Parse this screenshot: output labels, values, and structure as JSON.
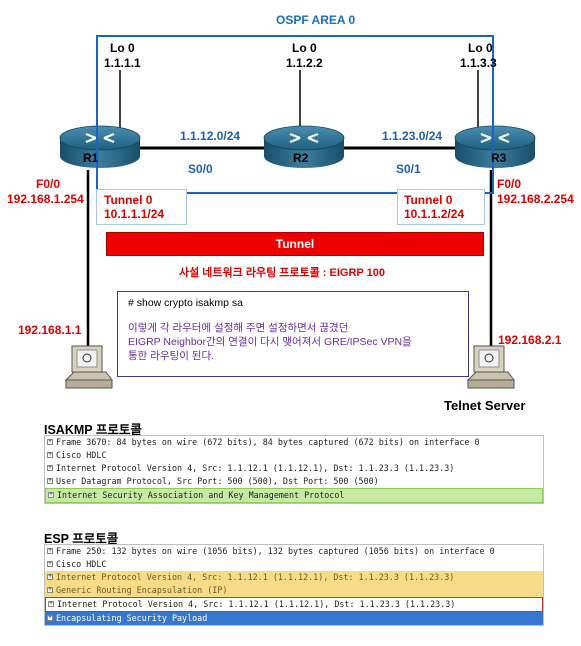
{
  "diagram": {
    "area_title": "OSPF AREA 0",
    "loopbacks": [
      {
        "name": "Lo 0",
        "ip": "1.1.1.1"
      },
      {
        "name": "Lo 0",
        "ip": "1.1.2.2"
      },
      {
        "name": "Lo 0",
        "ip": "1.1.3.3"
      }
    ],
    "routers": {
      "r1": "R1",
      "r2": "R2",
      "r3": "R3"
    },
    "links": {
      "r1_r2_net": "1.1.12.0/24",
      "r1_r2_if": "S0/0",
      "r2_r3_net": "1.1.23.0/24",
      "r2_r3_if": "S0/1"
    },
    "lan": {
      "r1_if": "F0/0",
      "r1_ip": "192.168.1.254",
      "r3_if": "F0/0",
      "r3_ip": "192.168.2.254",
      "pc1_ip": "192.168.1.1",
      "pc2_ip": "192.168.2.1",
      "server_label": "Telnet Server"
    },
    "tunnels": {
      "left_name": "Tunnel 0",
      "left_ip": "10.1.1.1/24",
      "right_name": "Tunnel 0",
      "right_ip": "10.1.1.2/24",
      "bar_label": "Tunnel",
      "routing_note": "사설 네트워크 라우팅 프로토콜 : EIGRP  100"
    },
    "info": {
      "command": "# show crypto isakmp sa",
      "desc_line1": "이렇게 각 라우터에 설정해 주면 설정하면서 끊겼던",
      "desc_line2": "EIGRP Neighbor간의 연결이 다시 맺어져서 GRE/IPSec VPN을",
      "desc_line3": "통한 라우팅이 된다."
    }
  },
  "isakmp": {
    "title": "ISAKMP 프로토콜",
    "rows": [
      "Frame 3670: 84 bytes on wire (672 bits), 84 bytes captured (672 bits) on interface 0",
      "Cisco HDLC",
      "Internet Protocol Version 4, Src: 1.1.12.1 (1.1.12.1), Dst: 1.1.23.3 (1.1.23.3)",
      "User Datagram Protocol, Src Port: 500 (500), Dst Port: 500 (500)",
      "Internet Security Association and Key Management Protocol"
    ]
  },
  "esp": {
    "title": "ESP 프로토콜",
    "rows": [
      "Frame 250: 132 bytes on wire (1056 bits), 132 bytes captured (1056 bits) on interface 0",
      "Cisco HDLC",
      "Internet Protocol Version 4, Src: 1.1.12.1 (1.1.12.1), Dst: 1.1.23.3 (1.1.23.3)",
      "Generic Routing Encapsulation (IP)",
      "Internet Protocol Version 4, Src: 1.1.12.1 (1.1.12.1), Dst: 1.1.23.3 (1.1.23.3)",
      "Encapsulating Security Payload"
    ]
  }
}
